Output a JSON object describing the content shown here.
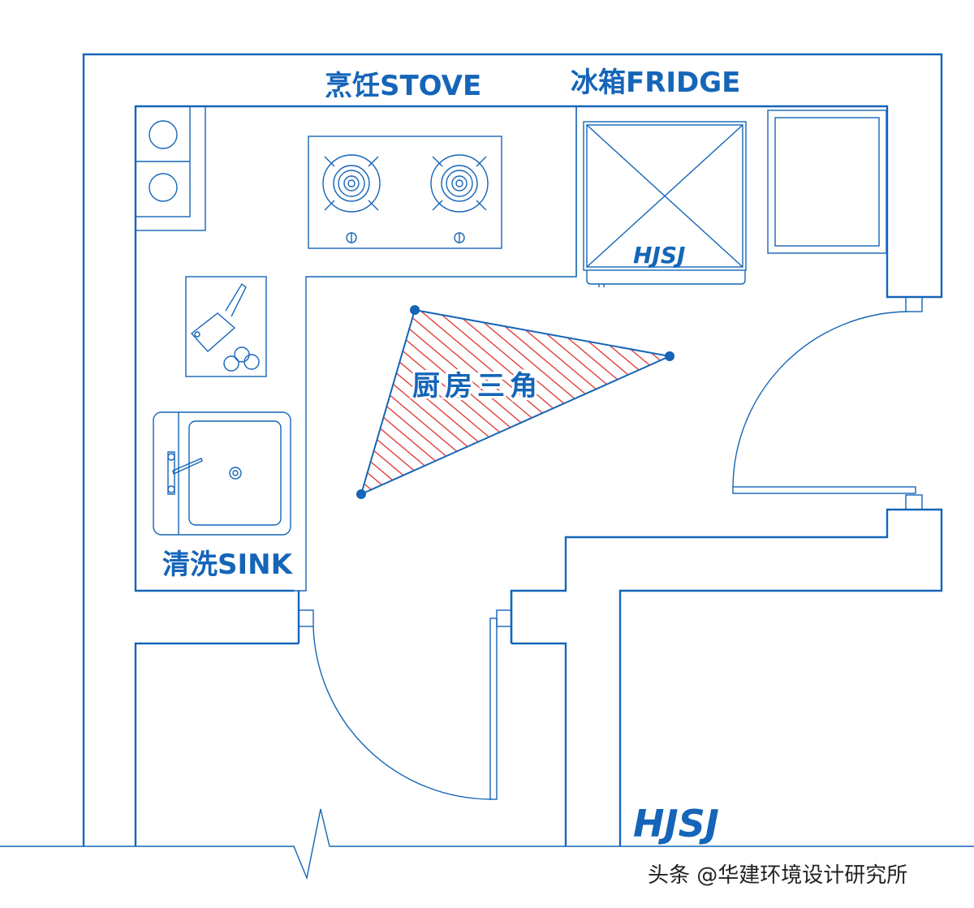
{
  "labels": {
    "stove": "烹饪STOVE",
    "fridge": "冰箱FRIDGE",
    "sink": "清洗SINK",
    "triangle": "厨房三角"
  },
  "logo": "HJSJ",
  "watermark": "头条 @华建环境设计研究所",
  "colors": {
    "line": "#1565b8",
    "hatch": "#e03030",
    "background": "#ffffff"
  },
  "icons": [
    "gas-burner-icon",
    "knob-icon",
    "cleaver-icon",
    "sink-basin-icon",
    "faucet-icon",
    "fridge-cross-icon"
  ]
}
